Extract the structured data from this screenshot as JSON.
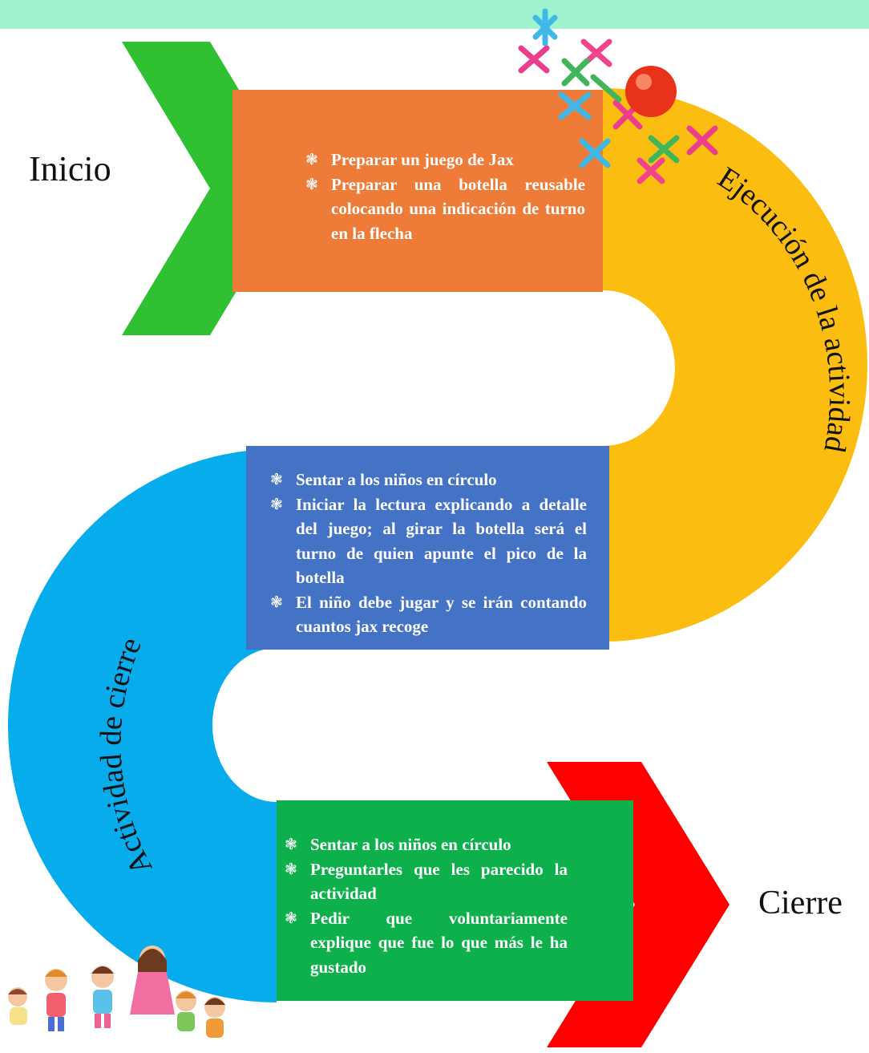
{
  "colors": {
    "band": "#9ff3cf",
    "green_chevron": "#30c133",
    "orange_box": "#ee7b37",
    "yellow_arc": "#fbbe10",
    "blue_box": "#4472c4",
    "cyan_arc": "#06aceb",
    "green_box": "#0db04b",
    "red_chevron": "#ff0000"
  },
  "stages": {
    "inicio": {
      "label": "Inicio",
      "items": [
        "Preparar un juego de Jax",
        "Preparar una botella reusable colocando una indicación de turno en la flecha"
      ]
    },
    "ejecucion": {
      "label": "Ejecución de la actividad",
      "items": [
        "Sentar a los niños en círculo",
        "Iniciar la lectura explicando a detalle del juego; al girar la botella será el turno de quien apunte el pico de la botella",
        "El niño debe jugar y se irán contando cuantos jax recoge"
      ]
    },
    "cierre_actividad": {
      "label": "Actividad de cierre"
    },
    "cierre": {
      "label": "Cierre",
      "items": [
        "Sentar a los niños en círculo",
        "Preguntarles que les parecido la actividad",
        "Pedir que voluntariamente explique que fue lo que más le ha gustado"
      ]
    }
  }
}
